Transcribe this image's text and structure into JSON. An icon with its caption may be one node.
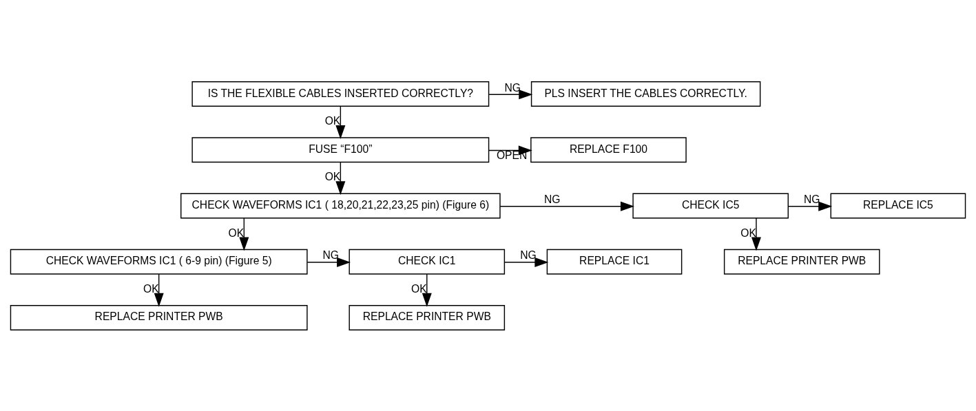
{
  "diagram": {
    "nodes": [
      {
        "text": [
          "IS THE FLEXIBLE CABLES INSERTED CORRECTLY?"
        ]
      },
      {
        "text": [
          "PLS INSERT THE CABLES CORRECTLY."
        ]
      },
      {
        "text": [
          "FUSE “F100”"
        ]
      },
      {
        "text": [
          "REPLACE F100"
        ]
      },
      {
        "text": [
          "CHECK WAVEFORMS IC1 ( 18,20,21,22,23,25 pin) (Figure 6)"
        ]
      },
      {
        "text": [
          "CHECK IC5"
        ]
      },
      {
        "text": [
          "REPLACE IC5"
        ]
      },
      {
        "text": [
          "REPLACE PRINTER PWB"
        ]
      },
      {
        "text": [
          "CHECK WAVEFORMS IC1 ( 6-9 pin) (Figure 5)"
        ]
      },
      {
        "text": [
          "CHECK IC1"
        ]
      },
      {
        "text": [
          "REPLACE IC1"
        ]
      },
      {
        "text": [
          "REPLACE PRINTER PWB"
        ]
      },
      {
        "text": [
          "REPLACE PRINTER PWB"
        ]
      }
    ],
    "edges": [
      {
        "from": 0,
        "to": 1,
        "arrow": "to",
        "label": "NG"
      },
      {
        "from": 0,
        "to": 2,
        "arrow": "to",
        "label": "OK"
      },
      {
        "from": 2,
        "to": 3,
        "arrow": "to",
        "label": "OPEN"
      },
      {
        "from": 2,
        "to": 4,
        "arrow": "to",
        "label": "OK"
      },
      {
        "from": 4,
        "to": 5,
        "arrow": "to",
        "label": "NG"
      },
      {
        "from": 5,
        "to": 6,
        "arrow": "to",
        "label": "NG"
      },
      {
        "from": 5,
        "to": 7,
        "arrow": "to",
        "label": "OK"
      },
      {
        "from": 4,
        "to": 8,
        "arrow": "to",
        "label": "OK"
      },
      {
        "from": 8,
        "to": 9,
        "arrow": "to",
        "label": "NG"
      },
      {
        "from": 9,
        "to": 10,
        "arrow": "to",
        "label": "NG"
      },
      {
        "from": 9,
        "to": 11,
        "arrow": "to",
        "label": "OK"
      },
      {
        "from": 8,
        "to": 12,
        "arrow": "to",
        "label": "OK"
      }
    ]
  }
}
